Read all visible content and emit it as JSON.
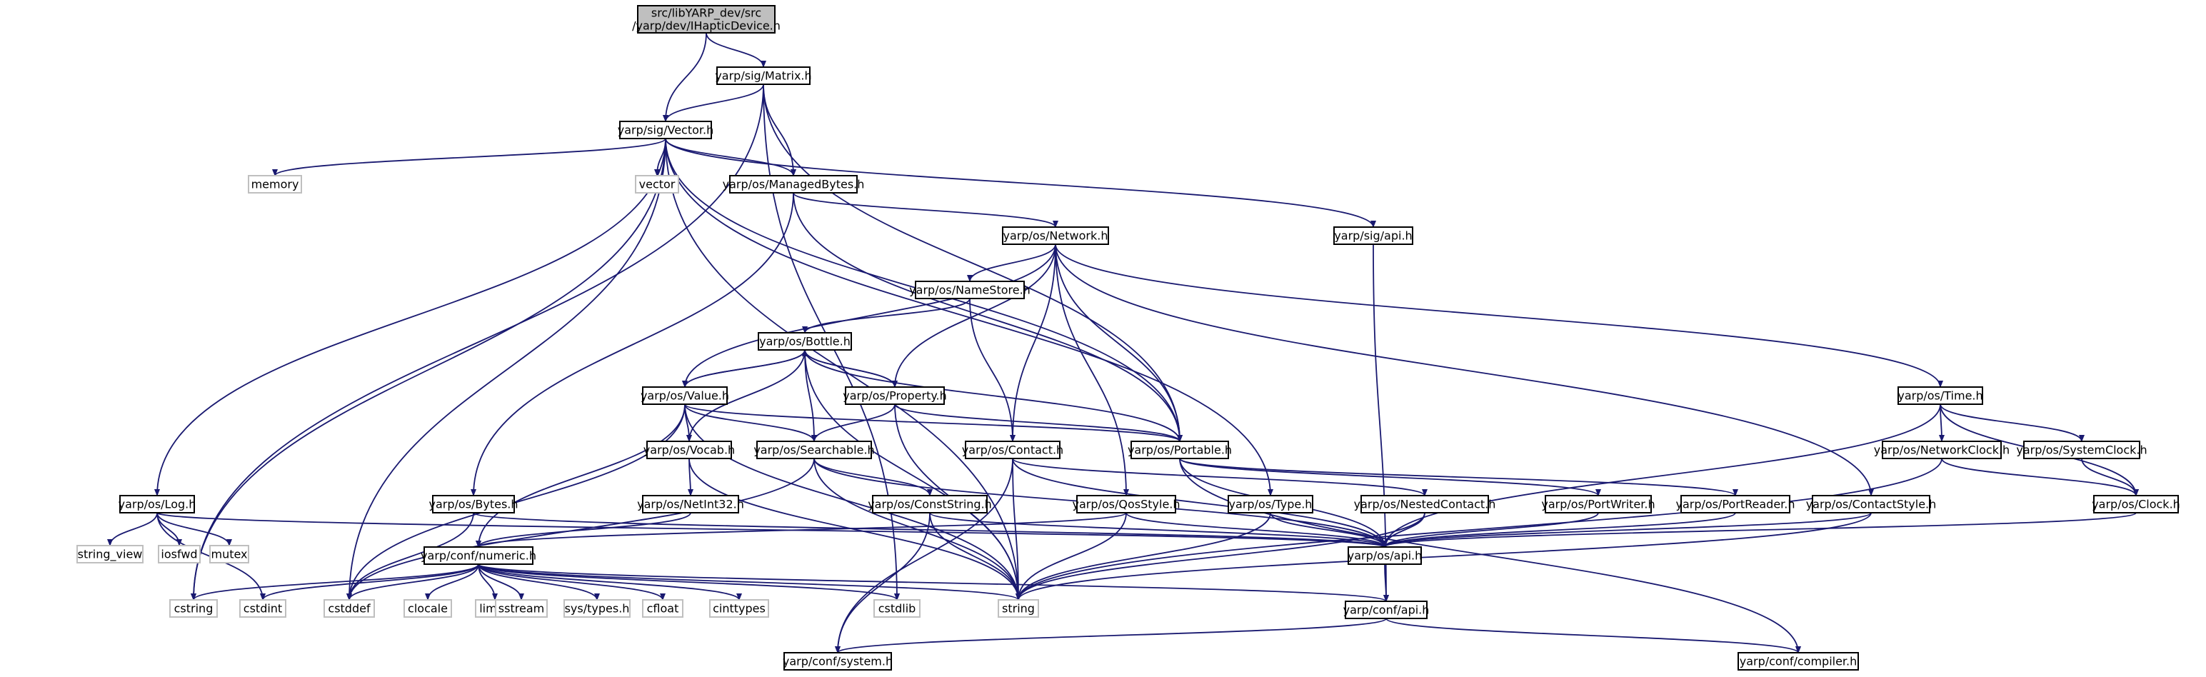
{
  "diagram": {
    "title": "",
    "colors": {
      "edge": "#191970",
      "root_fill": "#bfbfbf",
      "node_border": "#000000",
      "external_border": "#bfbfbf",
      "background": "#ffffff"
    },
    "nodes": [
      {
        "id": "root",
        "lines": [
          "src/libYARP_dev/src",
          "/yarp/dev/IHapticDevice.h"
        ],
        "kind": "root"
      },
      {
        "id": "matrix",
        "lines": [
          "yarp/sig/Matrix.h"
        ],
        "kind": "file"
      },
      {
        "id": "vector",
        "lines": [
          "yarp/sig/Vector.h"
        ],
        "kind": "file"
      },
      {
        "id": "memory",
        "lines": [
          "memory"
        ],
        "kind": "external"
      },
      {
        "id": "vectorstd",
        "lines": [
          "vector"
        ],
        "kind": "external"
      },
      {
        "id": "managedbytes",
        "lines": [
          "yarp/os/ManagedBytes.h"
        ],
        "kind": "file"
      },
      {
        "id": "sigapi",
        "lines": [
          "yarp/sig/api.h"
        ],
        "kind": "file"
      },
      {
        "id": "network",
        "lines": [
          "yarp/os/Network.h"
        ],
        "kind": "file"
      },
      {
        "id": "namestore",
        "lines": [
          "yarp/os/NameStore.h"
        ],
        "kind": "file"
      },
      {
        "id": "bottle",
        "lines": [
          "yarp/os/Bottle.h"
        ],
        "kind": "file"
      },
      {
        "id": "value",
        "lines": [
          "yarp/os/Value.h"
        ],
        "kind": "file"
      },
      {
        "id": "property",
        "lines": [
          "yarp/os/Property.h"
        ],
        "kind": "file"
      },
      {
        "id": "time",
        "lines": [
          "yarp/os/Time.h"
        ],
        "kind": "file"
      },
      {
        "id": "vocab",
        "lines": [
          "yarp/os/Vocab.h"
        ],
        "kind": "file"
      },
      {
        "id": "searchable",
        "lines": [
          "yarp/os/Searchable.h"
        ],
        "kind": "file"
      },
      {
        "id": "contact",
        "lines": [
          "yarp/os/Contact.h"
        ],
        "kind": "file"
      },
      {
        "id": "portable",
        "lines": [
          "yarp/os/Portable.h"
        ],
        "kind": "file"
      },
      {
        "id": "networkclock",
        "lines": [
          "yarp/os/NetworkClock.h"
        ],
        "kind": "file"
      },
      {
        "id": "systemclock",
        "lines": [
          "yarp/os/SystemClock.h"
        ],
        "kind": "file"
      },
      {
        "id": "log",
        "lines": [
          "yarp/os/Log.h"
        ],
        "kind": "file"
      },
      {
        "id": "bytes",
        "lines": [
          "yarp/os/Bytes.h"
        ],
        "kind": "file"
      },
      {
        "id": "netint32",
        "lines": [
          "yarp/os/NetInt32.h"
        ],
        "kind": "file"
      },
      {
        "id": "conststring",
        "lines": [
          "yarp/os/ConstString.h"
        ],
        "kind": "file"
      },
      {
        "id": "qosstyle",
        "lines": [
          "yarp/os/QosStyle.h"
        ],
        "kind": "file"
      },
      {
        "id": "type",
        "lines": [
          "yarp/os/Type.h"
        ],
        "kind": "file"
      },
      {
        "id": "nestedcontact",
        "lines": [
          "yarp/os/NestedContact.h"
        ],
        "kind": "file"
      },
      {
        "id": "portwriter",
        "lines": [
          "yarp/os/PortWriter.h"
        ],
        "kind": "file"
      },
      {
        "id": "portreader",
        "lines": [
          "yarp/os/PortReader.h"
        ],
        "kind": "file"
      },
      {
        "id": "contactstyle",
        "lines": [
          "yarp/os/ContactStyle.h"
        ],
        "kind": "file"
      },
      {
        "id": "clock",
        "lines": [
          "yarp/os/Clock.h"
        ],
        "kind": "file"
      },
      {
        "id": "string_view",
        "lines": [
          "string_view"
        ],
        "kind": "external"
      },
      {
        "id": "iosfwd",
        "lines": [
          "iosfwd"
        ],
        "kind": "external"
      },
      {
        "id": "mutex",
        "lines": [
          "mutex"
        ],
        "kind": "external"
      },
      {
        "id": "numeric",
        "lines": [
          "yarp/conf/numeric.h"
        ],
        "kind": "file"
      },
      {
        "id": "osapi",
        "lines": [
          "yarp/os/api.h"
        ],
        "kind": "file"
      },
      {
        "id": "cstring",
        "lines": [
          "cstring"
        ],
        "kind": "external"
      },
      {
        "id": "cstdint",
        "lines": [
          "cstdint"
        ],
        "kind": "external"
      },
      {
        "id": "cstddef",
        "lines": [
          "cstddef"
        ],
        "kind": "external"
      },
      {
        "id": "clocale",
        "lines": [
          "clocale"
        ],
        "kind": "external"
      },
      {
        "id": "limits",
        "lines": [
          "limits"
        ],
        "kind": "external"
      },
      {
        "id": "sstream",
        "lines": [
          "sstream"
        ],
        "kind": "external"
      },
      {
        "id": "systypes",
        "lines": [
          "sys/types.h"
        ],
        "kind": "external"
      },
      {
        "id": "cfloat",
        "lines": [
          "cfloat"
        ],
        "kind": "external"
      },
      {
        "id": "cinttypes",
        "lines": [
          "cinttypes"
        ],
        "kind": "external"
      },
      {
        "id": "cstdlib",
        "lines": [
          "cstdlib"
        ],
        "kind": "external"
      },
      {
        "id": "string",
        "lines": [
          "string"
        ],
        "kind": "external"
      },
      {
        "id": "confapi",
        "lines": [
          "yarp/conf/api.h"
        ],
        "kind": "file"
      },
      {
        "id": "confsystem",
        "lines": [
          "yarp/conf/system.h"
        ],
        "kind": "file"
      },
      {
        "id": "confcompiler",
        "lines": [
          "yarp/conf/compiler.h"
        ],
        "kind": "file"
      }
    ],
    "edges": [
      [
        "root",
        "vector"
      ],
      [
        "root",
        "matrix"
      ],
      [
        "matrix",
        "vector"
      ],
      [
        "matrix",
        "managedbytes"
      ],
      [
        "matrix",
        "portable"
      ],
      [
        "matrix",
        "cstdlib"
      ],
      [
        "matrix",
        "cstring"
      ],
      [
        "vector",
        "memory"
      ],
      [
        "vector",
        "vectorstd"
      ],
      [
        "vector",
        "managedbytes"
      ],
      [
        "vector",
        "sigapi"
      ],
      [
        "vector",
        "log"
      ],
      [
        "vector",
        "cstring"
      ],
      [
        "vector",
        "cstddef"
      ],
      [
        "vector",
        "string"
      ],
      [
        "vector",
        "type"
      ],
      [
        "vector",
        "portable"
      ],
      [
        "managedbytes",
        "network"
      ],
      [
        "managedbytes",
        "bytes"
      ],
      [
        "managedbytes",
        "portable"
      ],
      [
        "sigapi",
        "confapi"
      ],
      [
        "network",
        "namestore"
      ],
      [
        "network",
        "value"
      ],
      [
        "network",
        "property"
      ],
      [
        "network",
        "contact"
      ],
      [
        "network",
        "qosstyle"
      ],
      [
        "network",
        "portable"
      ],
      [
        "network",
        "time"
      ],
      [
        "network",
        "contactstyle"
      ],
      [
        "namestore",
        "bottle"
      ],
      [
        "namestore",
        "contact"
      ],
      [
        "bottle",
        "value"
      ],
      [
        "bottle",
        "property"
      ],
      [
        "bottle",
        "vocab"
      ],
      [
        "bottle",
        "searchable"
      ],
      [
        "bottle",
        "portable"
      ],
      [
        "bottle",
        "string"
      ],
      [
        "value",
        "bottle"
      ],
      [
        "value",
        "vocab"
      ],
      [
        "value",
        "searchable"
      ],
      [
        "value",
        "numeric"
      ],
      [
        "value",
        "portable"
      ],
      [
        "value",
        "cstddef"
      ],
      [
        "value",
        "string"
      ],
      [
        "property",
        "bottle"
      ],
      [
        "property",
        "searchable"
      ],
      [
        "property",
        "portable"
      ],
      [
        "property",
        "string"
      ],
      [
        "time",
        "networkclock"
      ],
      [
        "time",
        "systemclock"
      ],
      [
        "time",
        "clock"
      ],
      [
        "time",
        "osapi"
      ],
      [
        "vocab",
        "netint32"
      ],
      [
        "vocab",
        "string"
      ],
      [
        "searchable",
        "conststring"
      ],
      [
        "searchable",
        "osapi"
      ],
      [
        "searchable",
        "string"
      ],
      [
        "searchable",
        "cstddef"
      ],
      [
        "contact",
        "nestedcontact"
      ],
      [
        "contact",
        "string"
      ],
      [
        "contact",
        "osapi"
      ],
      [
        "contact",
        "confsystem"
      ],
      [
        "portable",
        "portwriter"
      ],
      [
        "portable",
        "portreader"
      ],
      [
        "portable",
        "osapi"
      ],
      [
        "portable",
        "confcompiler"
      ],
      [
        "networkclock",
        "clock"
      ],
      [
        "networkclock",
        "string"
      ],
      [
        "systemclock",
        "clock"
      ],
      [
        "log",
        "string_view"
      ],
      [
        "log",
        "iosfwd"
      ],
      [
        "log",
        "mutex"
      ],
      [
        "log",
        "osapi"
      ],
      [
        "log",
        "cstdint"
      ],
      [
        "bytes",
        "cstddef"
      ],
      [
        "bytes",
        "osapi"
      ],
      [
        "netint32",
        "numeric"
      ],
      [
        "conststring",
        "string"
      ],
      [
        "conststring",
        "osapi"
      ],
      [
        "conststring",
        "confsystem"
      ],
      [
        "qosstyle",
        "numeric"
      ],
      [
        "qosstyle",
        "string"
      ],
      [
        "qosstyle",
        "osapi"
      ],
      [
        "type",
        "string"
      ],
      [
        "type",
        "osapi"
      ],
      [
        "nestedcontact",
        "string"
      ],
      [
        "nestedcontact",
        "osapi"
      ],
      [
        "portwriter",
        "osapi"
      ],
      [
        "portreader",
        "osapi"
      ],
      [
        "contactstyle",
        "osapi"
      ],
      [
        "contactstyle",
        "string"
      ],
      [
        "clock",
        "osapi"
      ],
      [
        "numeric",
        "cstring"
      ],
      [
        "numeric",
        "cstdint"
      ],
      [
        "numeric",
        "cstddef"
      ],
      [
        "numeric",
        "clocale"
      ],
      [
        "numeric",
        "limits"
      ],
      [
        "numeric",
        "sstream"
      ],
      [
        "numeric",
        "systypes"
      ],
      [
        "numeric",
        "cfloat"
      ],
      [
        "numeric",
        "cinttypes"
      ],
      [
        "numeric",
        "cstdlib"
      ],
      [
        "numeric",
        "string"
      ],
      [
        "numeric",
        "confapi"
      ],
      [
        "osapi",
        "confapi"
      ],
      [
        "confapi",
        "confsystem"
      ],
      [
        "confapi",
        "confcompiler"
      ]
    ]
  }
}
